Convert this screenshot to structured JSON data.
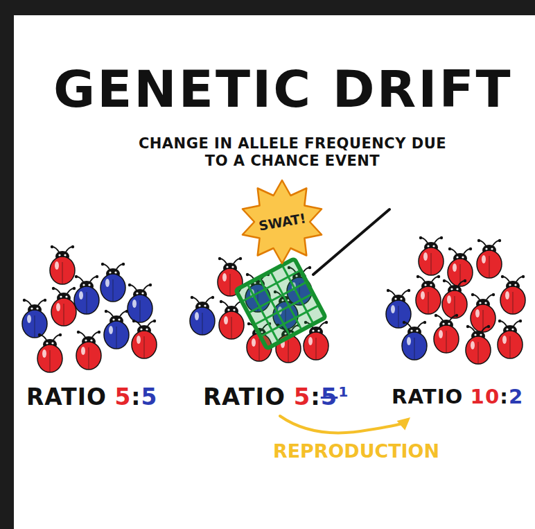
{
  "diagram": {
    "title": "GENETIC DRIFT",
    "labels": [
      "CHANGE IN ALLELE FREQUENCY DUE TO A CHANCE EVENT",
      "SWAT!",
      "RATIO",
      "5",
      ":",
      "5",
      "RATIO",
      "5",
      ":",
      "5",
      "1",
      "RATIO",
      "10",
      ":",
      "2",
      "REPRODUCTION"
    ]
  }
}
